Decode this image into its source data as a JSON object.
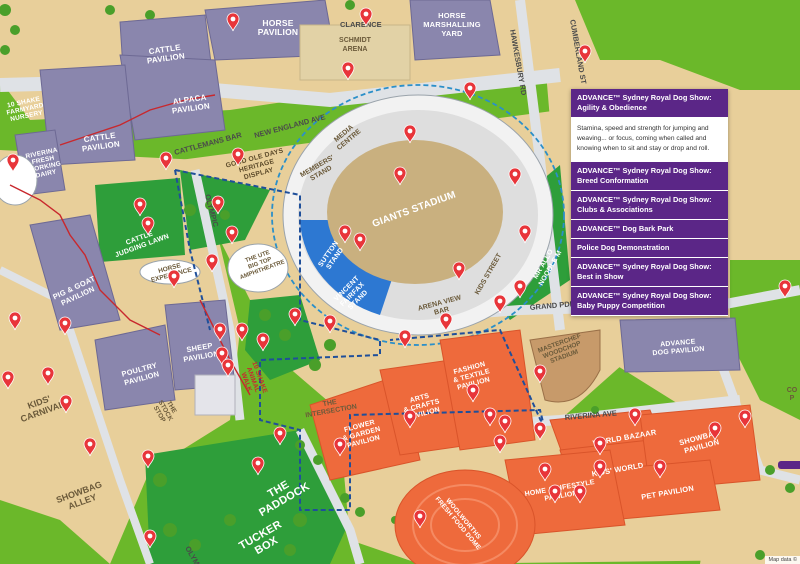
{
  "map": {
    "attribution": "Map data ©",
    "labels": {
      "horse_pavilion": [
        "HORSE",
        "PAVILION"
      ],
      "clarence": "CLARENCE",
      "schmidt": [
        "SCHMIDT",
        "ARENA"
      ],
      "horse_marshalling": [
        "HORSE",
        "MARSHALLING",
        "YARD"
      ],
      "hawkesbury": "HAWKESBURY RD",
      "cumberland": "CUMBERLAND ST",
      "cattle_pavilion_top": [
        "CATTLE",
        "PAVILION"
      ],
      "alpaca_pavilion": [
        "ALPACA",
        "PAVILION"
      ],
      "cattle_pavilion_left": [
        "CATTLE",
        "PAVILION"
      ],
      "shake_nursery": [
        "10 SHAKE",
        "FARMYARD",
        "NURSERY"
      ],
      "riverina_dairy": [
        "RIVERINA",
        "FRESH",
        "WORKING",
        "DAIRY"
      ],
      "new_england": "NEW ENGLAND AVE",
      "cattlemans": "CATTLEMANS BAR",
      "good_ole_days": [
        "GOOD OLE DAYS",
        "HERITAGE",
        "DISPLAY"
      ],
      "media_centre": [
        "MEDIA",
        "CENTRE"
      ],
      "members_stand": [
        "MEMBERS'",
        "STAND"
      ],
      "giants_stadium": "GIANTS STADIUM",
      "cattle_judging": [
        "CATTLE",
        "JUDGING LAWN"
      ],
      "olympic": "OLYMPIC",
      "big_top": [
        "THE UTE",
        "BIG TOP",
        "AMPHITHEATRE"
      ],
      "horse_experience": [
        "HORSE",
        "EXPERIENCE"
      ],
      "sutton_stand": [
        "SUTTON",
        "STAND"
      ],
      "vincent_stand": [
        "VINCENT",
        "FAIRFAX",
        "STAND"
      ],
      "arena_view": [
        "ARENA VIEW",
        "BAR"
      ],
      "kids_street": "KIDS STREET",
      "mr_allo": [
        "MR ALLO",
        "NOODLE M"
      ],
      "grand_pde": "GRAND PDE",
      "pig_goat": [
        "PIG & GOAT",
        "PAVILION"
      ],
      "poultry": [
        "POULTRY",
        "PAVILION"
      ],
      "sheep": [
        "SHEEP",
        "PAVILION"
      ],
      "ten_shake_walk": [
        "10 SHAKE",
        "ANIMAL",
        "WALK"
      ],
      "stock_stop": [
        "THE",
        "STOCK",
        "STOP"
      ],
      "kids_carnival": [
        "KIDS'",
        "CARNIVAL"
      ],
      "showbag_alley": [
        "SHOWBAG",
        "ALLEY"
      ],
      "intersection": [
        "THE",
        "INTERSECTION"
      ],
      "flower_garden": [
        "FLOWER",
        "& GARDEN",
        "PAVILION"
      ],
      "arts_crafts": [
        "ARTS",
        "& CRAFTS",
        "PAVILION"
      ],
      "fashion_textile": [
        "FASHION",
        "& TEXTILE",
        "PAVILION"
      ],
      "masterchef": [
        "MASTERCHEF",
        "WOODCHOP",
        "STADIUM"
      ],
      "dog_pavilion": [
        "ADVANCE",
        "DOG PAVILION"
      ],
      "riverina_ave": "RIVERINA AVE",
      "world_bazaar": "WORLD BAZAAR",
      "kids_world": "KIDS' WORLD",
      "showbag_pavilion": [
        "SHOWBAG",
        "PAVILION"
      ],
      "pet_pavilion": "PET PAVILION",
      "home_lifestyle": [
        "HOME & LIFESTYLE",
        "PAVILION"
      ],
      "paddock": [
        "THE",
        "PADDOCK"
      ],
      "tucker_box": [
        "TUCKER",
        "BOX"
      ],
      "woolworths": [
        "WOOLWORTHS",
        "FRESH FOOD DOME"
      ],
      "olym_left": "OLYM",
      "co_right": [
        "CO",
        "P"
      ]
    }
  },
  "events_panel": {
    "active": {
      "title": "ADVANCE™ Sydney Royal Dog Show: Agility & Obedience",
      "description": "Stamina, speed and strength for jumping and weaving... or focus, coming when called and knowing when to sit and stay or drop and roll."
    },
    "items": [
      "ADVANCE™ Sydney Royal Dog Show: Breed Conformation",
      "ADVANCE™ Sydney Royal Dog Show: Clubs & Associations",
      "ADVANCE™ Dog Bark Park",
      "Police Dog Demonstration",
      "ADVANCE™ Sydney Royal Dog Show: Best in Show",
      "ADVANCE™ Sydney Royal Dog Show: Baby Puppy Competition"
    ]
  },
  "colors": {
    "grass": "#6bb82a",
    "sand": "#e8cf9a",
    "pavilion_purple": "#8a86ad",
    "pavilion_orange": "#ee6a3c",
    "lawn_green": "#2e9e3a",
    "pin_red": "#e8353a",
    "panel_purple": "#5b2687",
    "path_blue": "#1f4f9a"
  }
}
